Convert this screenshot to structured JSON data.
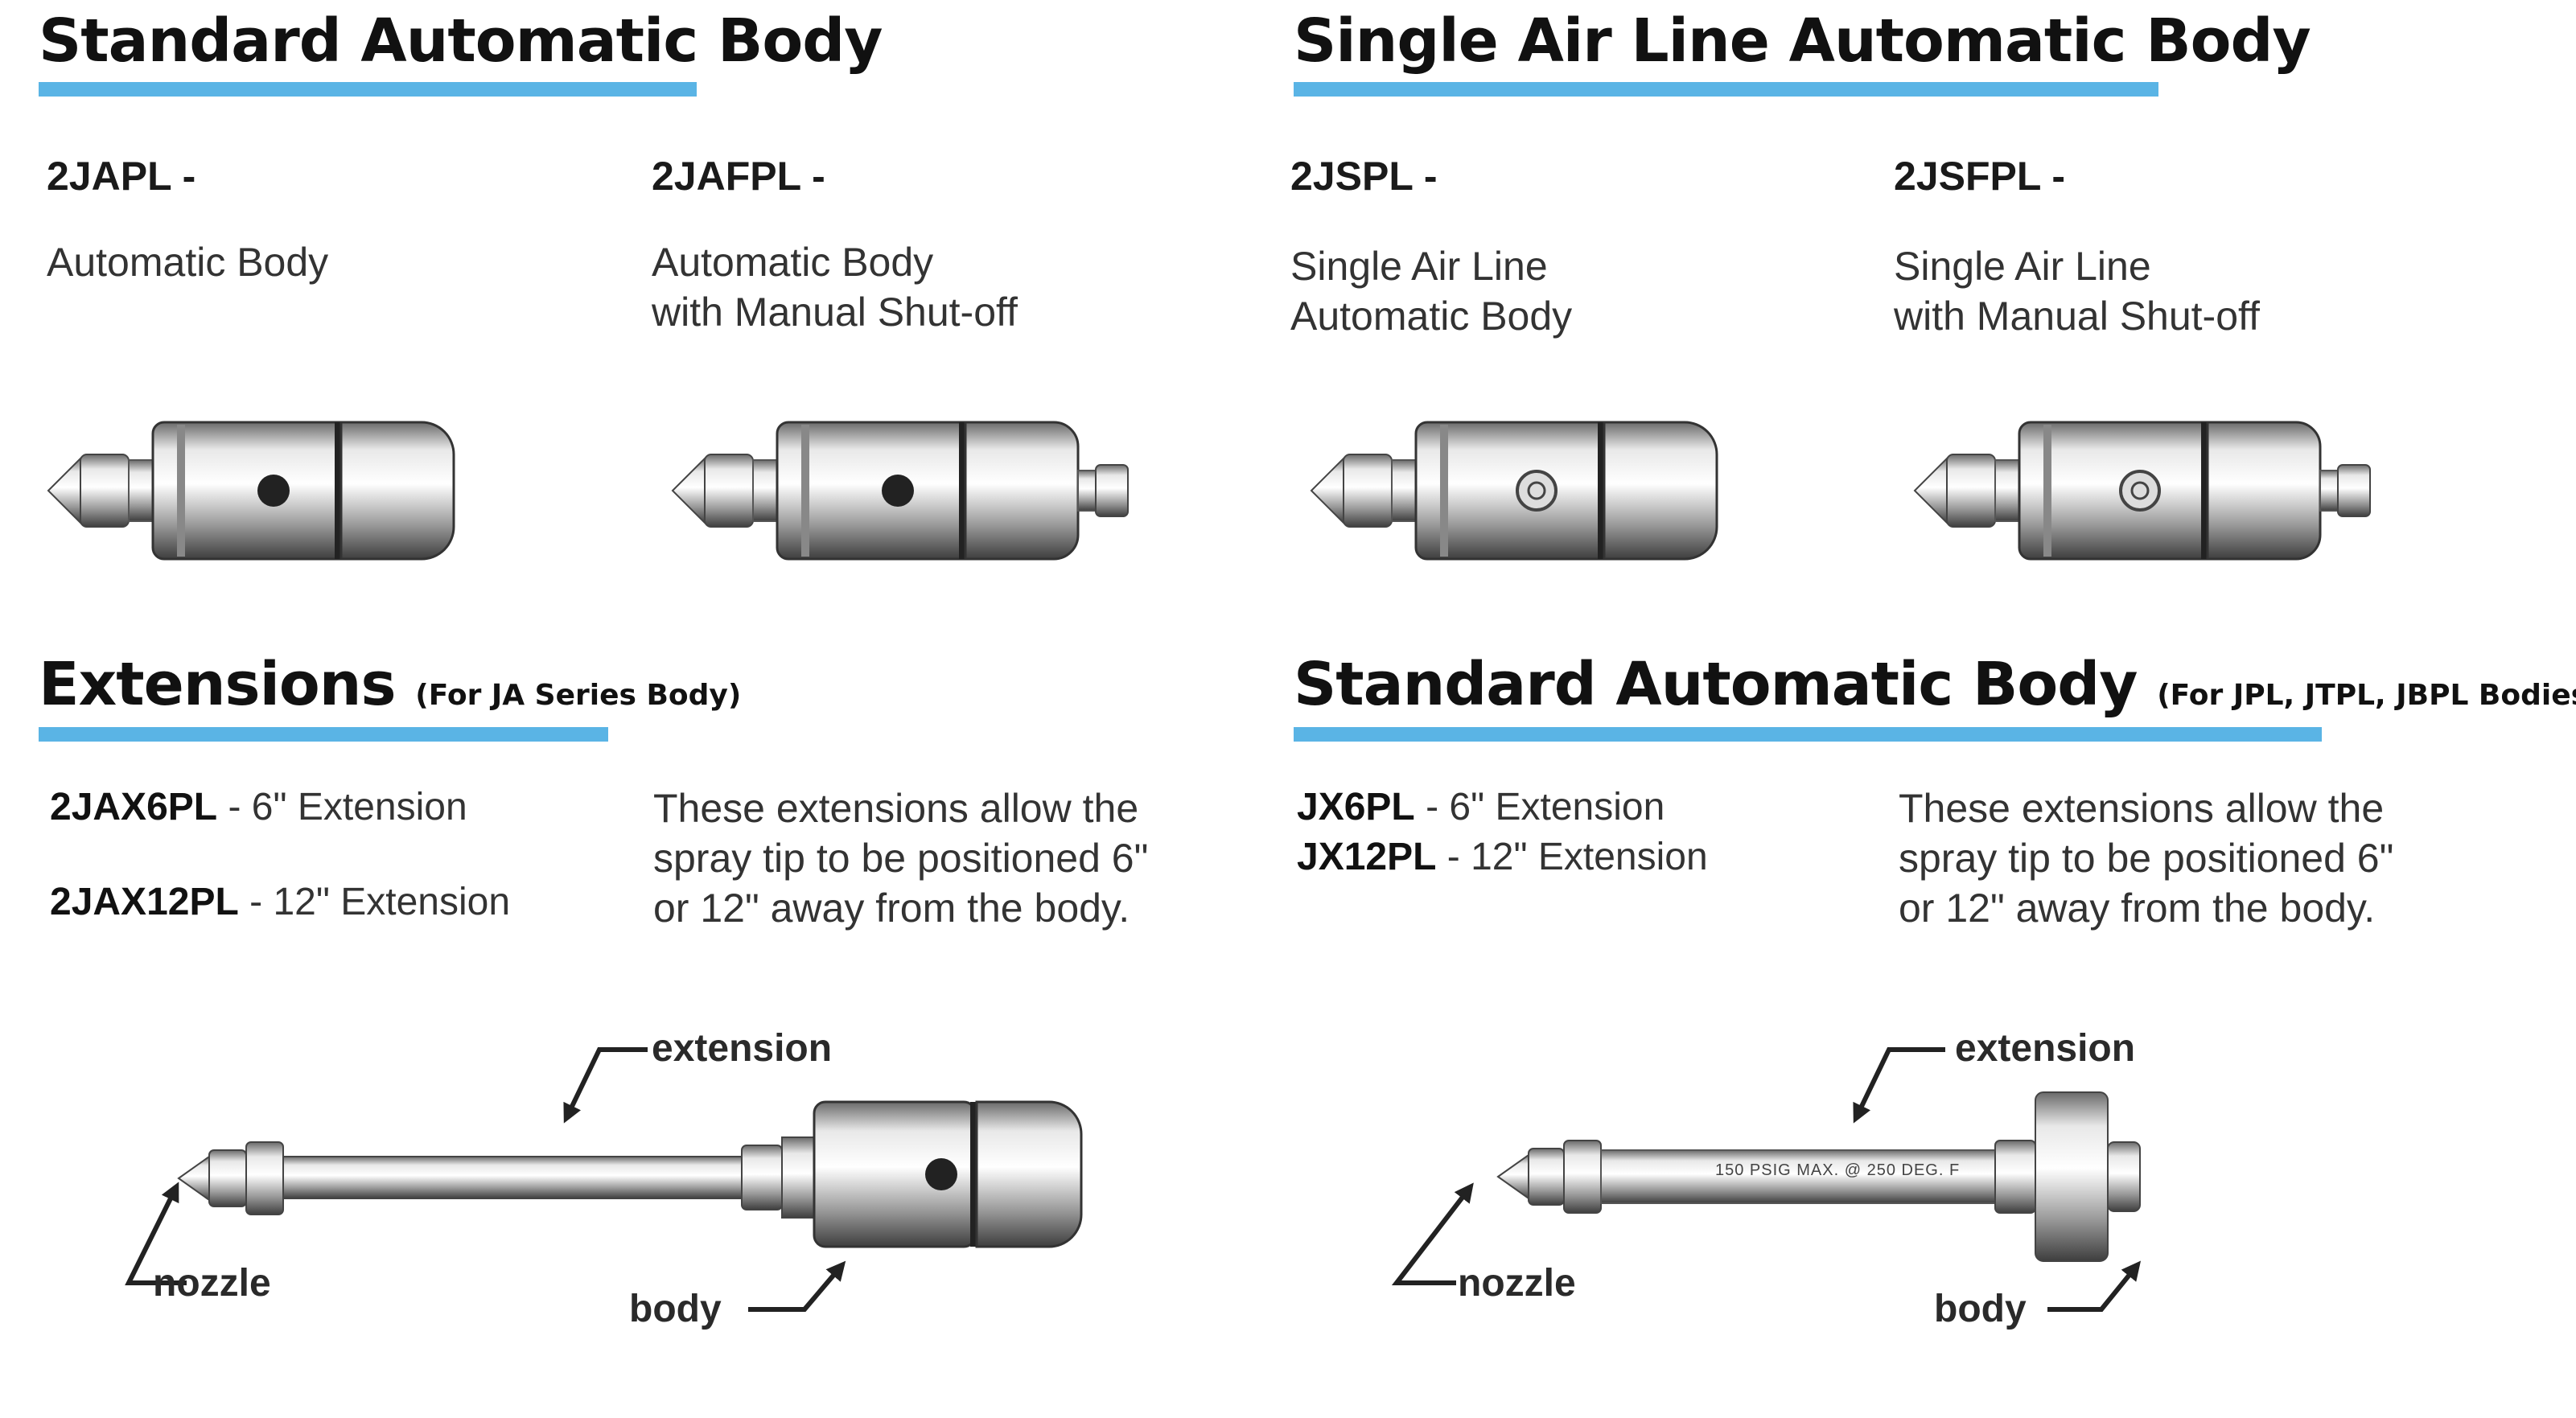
{
  "sections": {
    "top_left": {
      "title": "Standard Automatic Body"
    },
    "top_right": {
      "title": "Single Air Line Automatic Body"
    },
    "bottom_left": {
      "title": "Extensions",
      "note": "(For JA Series Body)"
    },
    "bottom_right": {
      "title": "Standard Automatic Body",
      "note": "(For JPL, JTPL, JBPL Bodies)"
    }
  },
  "products": [
    {
      "code": "2JAPL -",
      "description": "Automatic Body"
    },
    {
      "code": "2JAFPL -",
      "description": "Automatic Body\nwith Manual Shut-off"
    },
    {
      "code": "2JSPL -",
      "description": "Single Air Line\nAutomatic Body"
    },
    {
      "code": "2JSFPL -",
      "description": "Single Air Line\nwith Manual Shut-off"
    }
  ],
  "extensions_left": {
    "items": [
      {
        "code": "2JAX6PL",
        "label": " - 6\" Extension"
      },
      {
        "code": "2JAX12PL",
        "label": " - 12\" Extension"
      }
    ],
    "description": "These extensions allow the\nspray tip to be positioned 6\"\nor 12\" away from the body."
  },
  "extensions_right": {
    "items": [
      {
        "code": "JX6PL",
        "label": " - 6\" Extension"
      },
      {
        "code": "JX12PL",
        "label": " - 12\" Extension"
      }
    ],
    "description": "These extensions allow the\nspray tip to be positioned 6\"\nor 12\" away from the body.",
    "stamp": "150 PSIG MAX. @ 250 DEG. F"
  },
  "callouts": {
    "extension": "extension",
    "nozzle": "nozzle",
    "body": "body"
  },
  "colors": {
    "accent_underline": "#5ab4e5"
  }
}
